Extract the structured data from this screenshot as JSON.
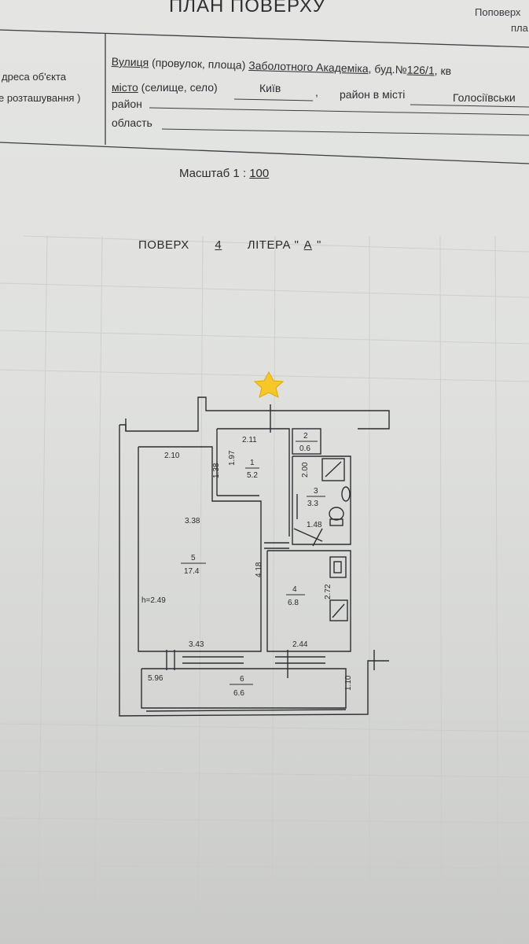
{
  "header": {
    "title": "ПЛАН ПОВЕРХУ",
    "corner_1": "Поповерх",
    "corner_2": "пла"
  },
  "address_block": {
    "left_label_1": "дреса об'єкта",
    "left_label_2": "е розташування )",
    "street_label": "Вулиця",
    "street_hint": " (провулок, площа) ",
    "street_value": "Заболотного Академіка",
    "building_label": ", буд.№",
    "building_value": "126/1",
    "apt_label": ", кв",
    "city_label": "місто",
    "city_hint": " (селище, село) ",
    "city_value": "Київ",
    "city_comma": ",",
    "district_in_city_label": "район в місті",
    "district_in_city_value": "Голосіївськи",
    "district_label": "район",
    "region_label": "область"
  },
  "scale": {
    "label": "Масштаб  1 : ",
    "value": "100"
  },
  "floor": {
    "label": "ПОВЕРХ",
    "value": "4",
    "litera_label": "ЛІТЕРА \"",
    "litera_value": "А",
    "litera_close": "\""
  },
  "plan": {
    "star_color": "#f7c825",
    "dimensions": {
      "top_corridor": "2.11",
      "room5_top": "2.10",
      "d_138": "1.38",
      "d_197": "1.97",
      "d_200": "2.00",
      "room5_mid": "3.38",
      "d_418": "4.18",
      "d_148": "1.48",
      "d_272": "2.72",
      "ceiling": "h=2.49",
      "room5_bottom": "3.43",
      "room4_bottom": "2.44",
      "balcony_len": "5.96",
      "balcony_w": "1.10"
    },
    "rooms": [
      {
        "id": "1",
        "area": "5.2"
      },
      {
        "id": "2",
        "area": "0.6"
      },
      {
        "id": "3",
        "area": "3.3"
      },
      {
        "id": "4",
        "area": "6.8"
      },
      {
        "id": "5",
        "area": "17.4"
      },
      {
        "id": "6",
        "area": "6.6"
      }
    ]
  }
}
